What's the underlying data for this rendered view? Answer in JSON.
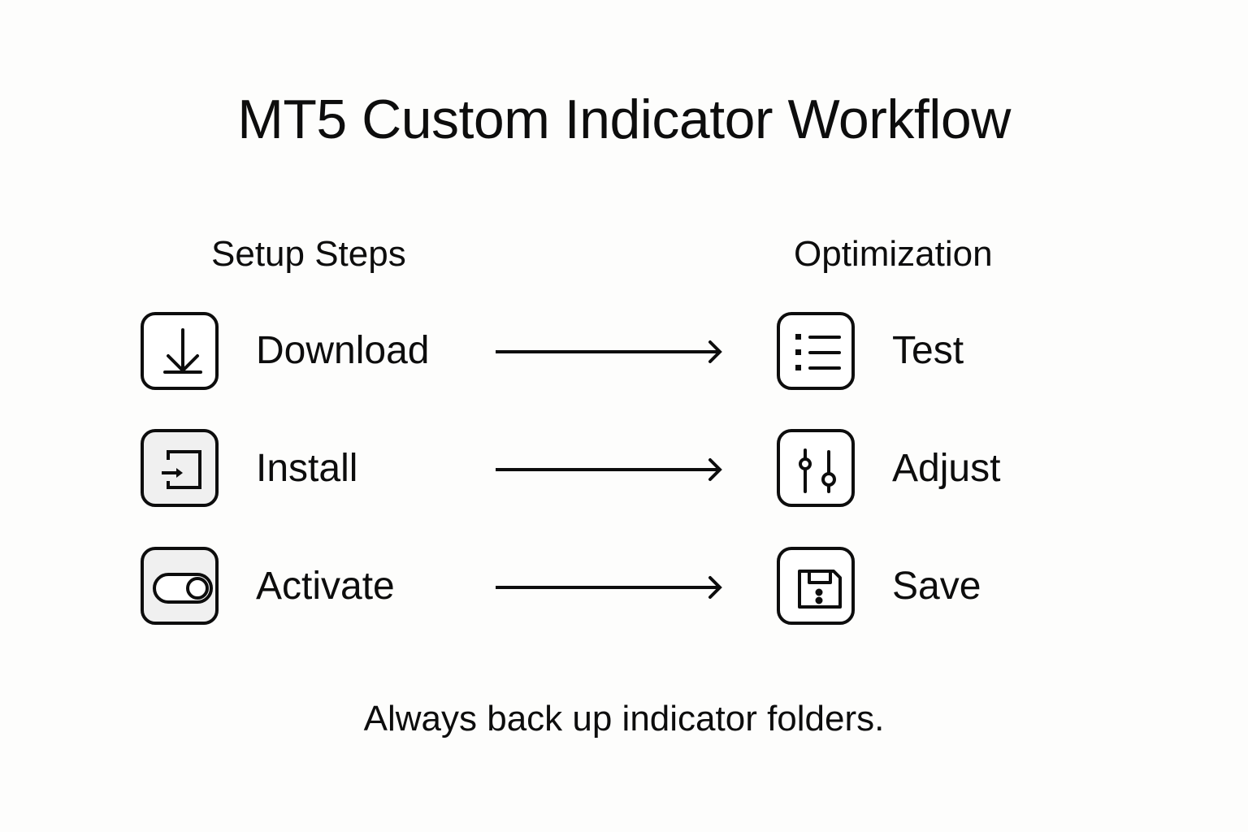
{
  "title": "MT5 Custom Indicator Workflow",
  "columns": {
    "left": {
      "heading": "Setup Steps"
    },
    "right": {
      "heading": "Optimization"
    }
  },
  "setup_steps": [
    {
      "label": "Download",
      "icon": "download-icon"
    },
    {
      "label": "Install",
      "icon": "sign-in-icon"
    },
    {
      "label": "Activate",
      "icon": "toggle-icon"
    }
  ],
  "optimization_steps": [
    {
      "label": "Test",
      "icon": "list-icon"
    },
    {
      "label": "Adjust",
      "icon": "sliders-icon"
    },
    {
      "label": "Save",
      "icon": "floppy-disk-icon"
    }
  ],
  "footer": "Always back up indicator folders.",
  "colors": {
    "stroke": "#0d0d0d",
    "background": "#fdfdfc",
    "icon_fill_gray": "#f0f0f0"
  }
}
